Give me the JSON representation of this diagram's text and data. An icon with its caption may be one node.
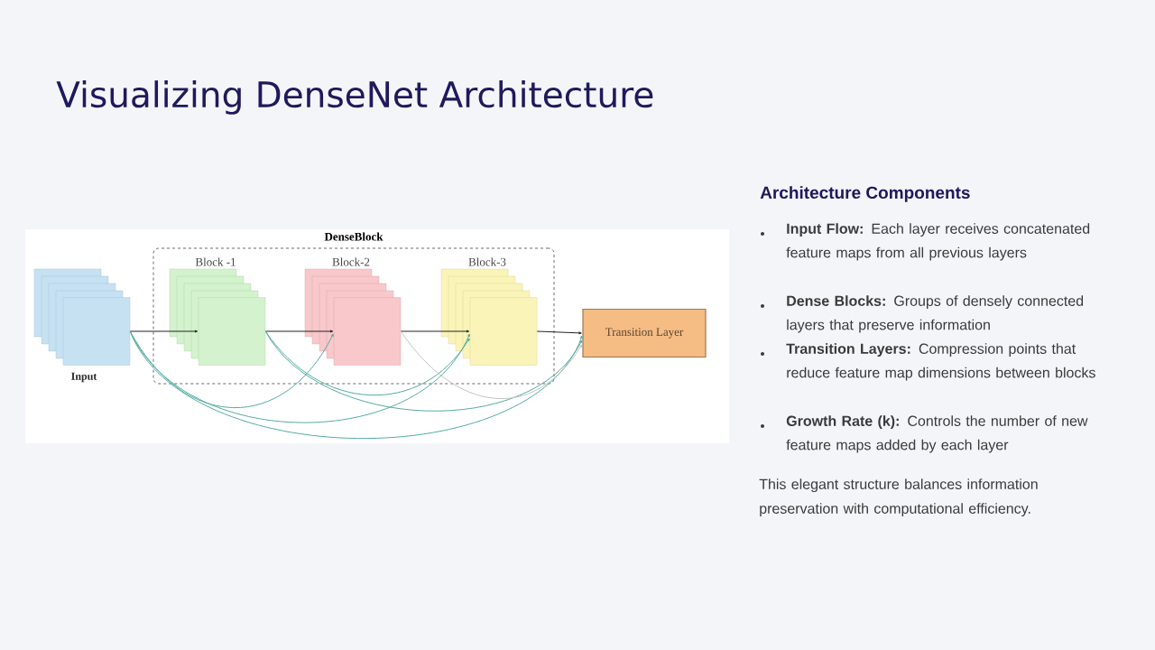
{
  "diagram": {
    "title": "Visualizing DenseNet Architecture",
    "nodes": [
      {
        "text": [
          "Input"
        ]
      },
      {
        "text": [
          "DenseBlock"
        ]
      },
      {
        "text": [
          "Block -1"
        ],
        "in": 1
      },
      {
        "text": [
          "Block-2"
        ],
        "in": 1
      },
      {
        "text": [
          "Block-3"
        ],
        "in": 1
      },
      {
        "text": [
          "Transition Layer"
        ]
      }
    ],
    "edges": [
      {
        "from": 0,
        "to": 2,
        "arrow": "to",
        "color": "#222222"
      },
      {
        "from": 0,
        "to": 3,
        "arrow": "to"
      },
      {
        "from": 0,
        "to": 4,
        "arrow": "to"
      },
      {
        "from": 0,
        "to": 5,
        "arrow": "to"
      },
      {
        "from": 2,
        "to": 3,
        "arrow": "to",
        "color": "#222222"
      },
      {
        "from": 2,
        "to": 4,
        "arrow": "to"
      },
      {
        "from": 2,
        "to": 5,
        "arrow": "to"
      },
      {
        "from": 3,
        "to": 4,
        "arrow": "to",
        "color": "#222222"
      },
      {
        "from": 3,
        "to": 5,
        "arrow": "to",
        "color": "#c4c4c4"
      },
      {
        "from": 4,
        "to": 5,
        "arrow": "to",
        "color": "#222222"
      }
    ],
    "labels": [
      "Architecture Components",
      "**Input Flow:** Each layer receives concatenated feature maps from all previous layers",
      "**Dense Blocks:** Groups of densely connected layers that preserve information",
      "**Transition Layers:** Compression points that reduce feature map dimensions between blocks",
      "**Growth Rate (k):** Controls the number of new feature maps added by each layer",
      "This elegant structure balances information preservation with computational efficiency."
    ]
  }
}
